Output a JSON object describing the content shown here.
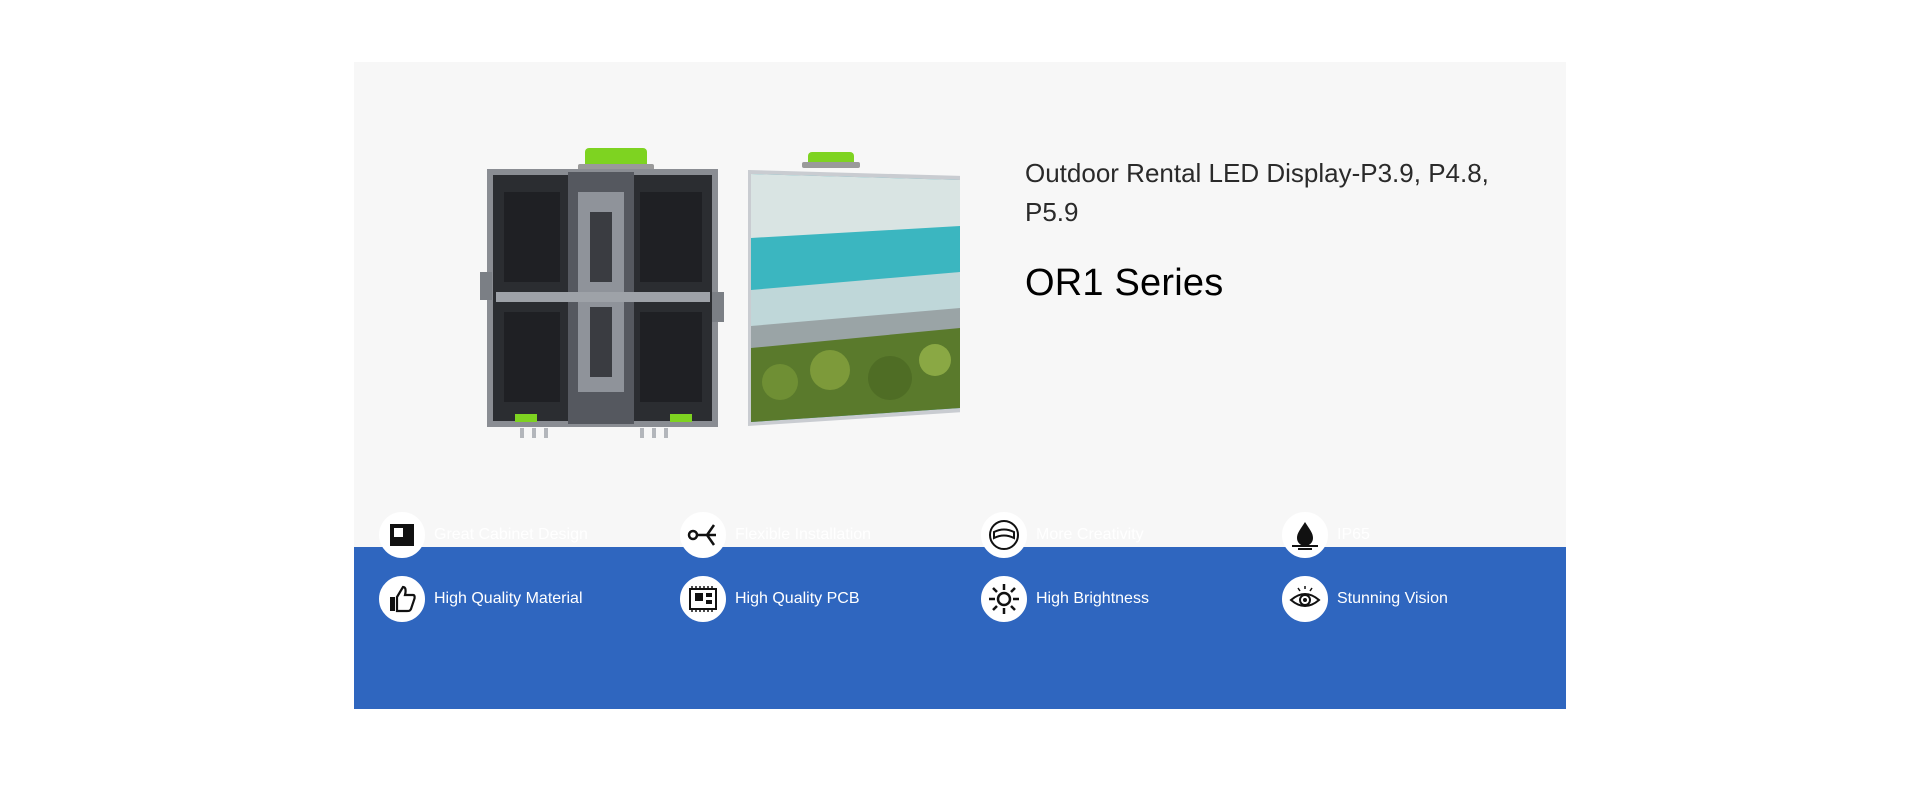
{
  "hero": {
    "subtitle": "Outdoor Rental LED Display-P3.9, P4.8, P5.9",
    "series_title": "OR1 Series"
  },
  "features": [
    {
      "label": "Great Cabinet Design",
      "icon": "cabinet-design-icon"
    },
    {
      "label": "Flexible Installation",
      "icon": "flexible-installation-icon"
    },
    {
      "label": "More Creativity",
      "icon": "creativity-icon"
    },
    {
      "label": "IP65",
      "icon": "waterproof-drop-icon"
    },
    {
      "label": "High Quality Material",
      "icon": "thumbs-up-icon"
    },
    {
      "label": "High Quality PCB",
      "icon": "pcb-chip-icon"
    },
    {
      "label": "High Brightness",
      "icon": "sun-brightness-icon"
    },
    {
      "label": "Stunning Vision",
      "icon": "eye-icon"
    }
  ],
  "colors": {
    "card_background": "#f7f7f7",
    "feature_bar": "#2f66bf",
    "handle_green": "#7ed321"
  }
}
